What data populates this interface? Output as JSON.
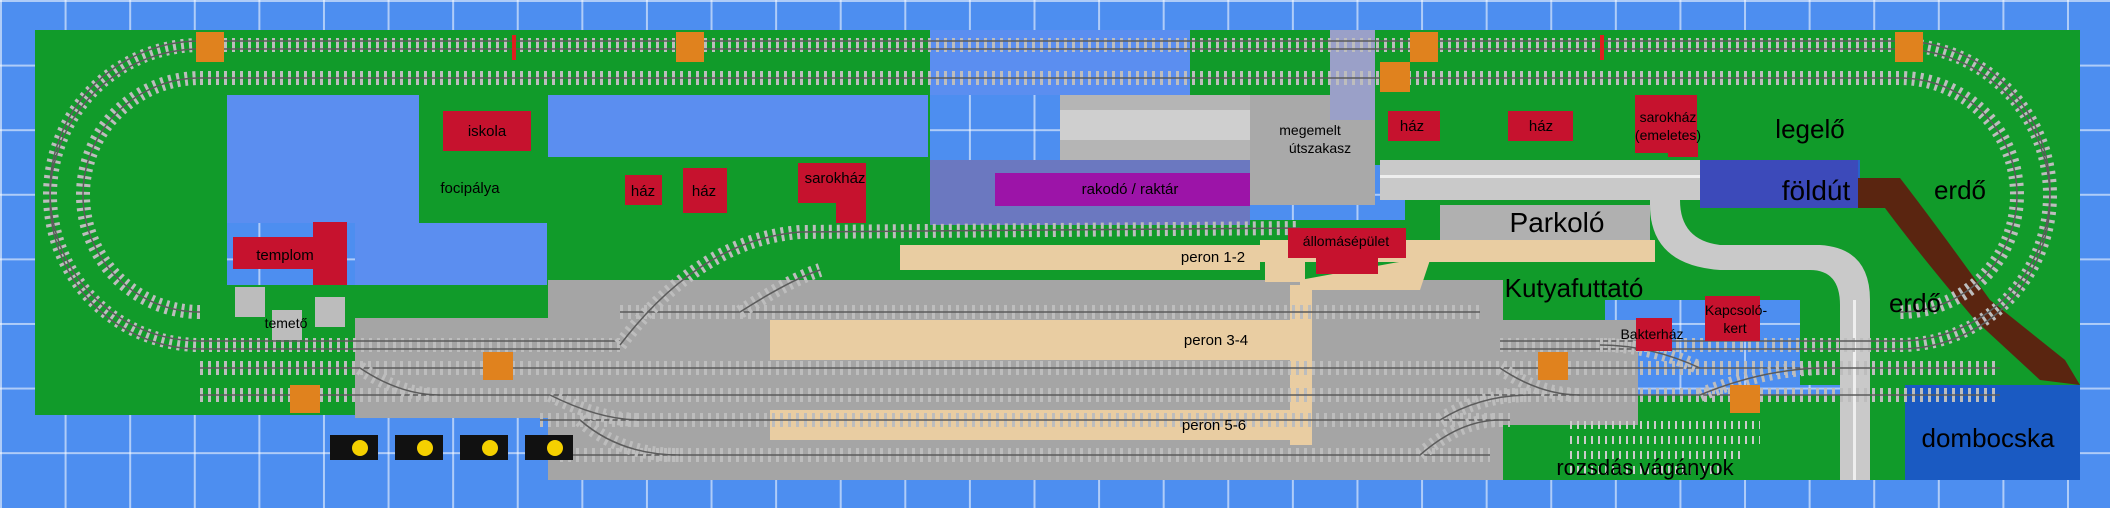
{
  "colors": {
    "grass": "#119b2a",
    "water": "#5b8ef0",
    "house": "#c6122e",
    "platform": "#e9cda2",
    "pavement": "#a9a9a9",
    "tie": "#b8b8b8",
    "rail": "#6a6a6a",
    "crossing": "#e0821e",
    "loading": "#9c14a8",
    "dirt_road": "#5a2510",
    "field": "#2a63c8"
  },
  "labels": {
    "iskola": "iskola",
    "focipalya": "focipálya",
    "templom": "templom",
    "temeto": "temető",
    "haz1": "ház",
    "haz2": "ház",
    "sarokhaz": "sarokház",
    "rakodo": "rakodó / raktár",
    "megemelt1": "megemelt",
    "megemelt2": "útszakasz",
    "haz3": "ház",
    "haz4": "ház",
    "sarokhaz_em1": "sarokház",
    "sarokhaz_em2": "(emeletes)",
    "legelo": "legelő",
    "foldut": "földút",
    "erdo1": "erdő",
    "erdo2": "erdő",
    "parkolo": "Parkoló",
    "allomas": "állomásépület",
    "peron12": "peron 1-2",
    "peron34": "peron 3-4",
    "peron56": "peron 5-6",
    "kutyafuttato": "Kutyafuttató",
    "bakterhaz": "Bakterház",
    "kapcsolo1": "Kapcsoló-",
    "kapcsolo2": "kert",
    "dombocska": "dombocska",
    "rozsdas": "rozsdás vágányok"
  }
}
